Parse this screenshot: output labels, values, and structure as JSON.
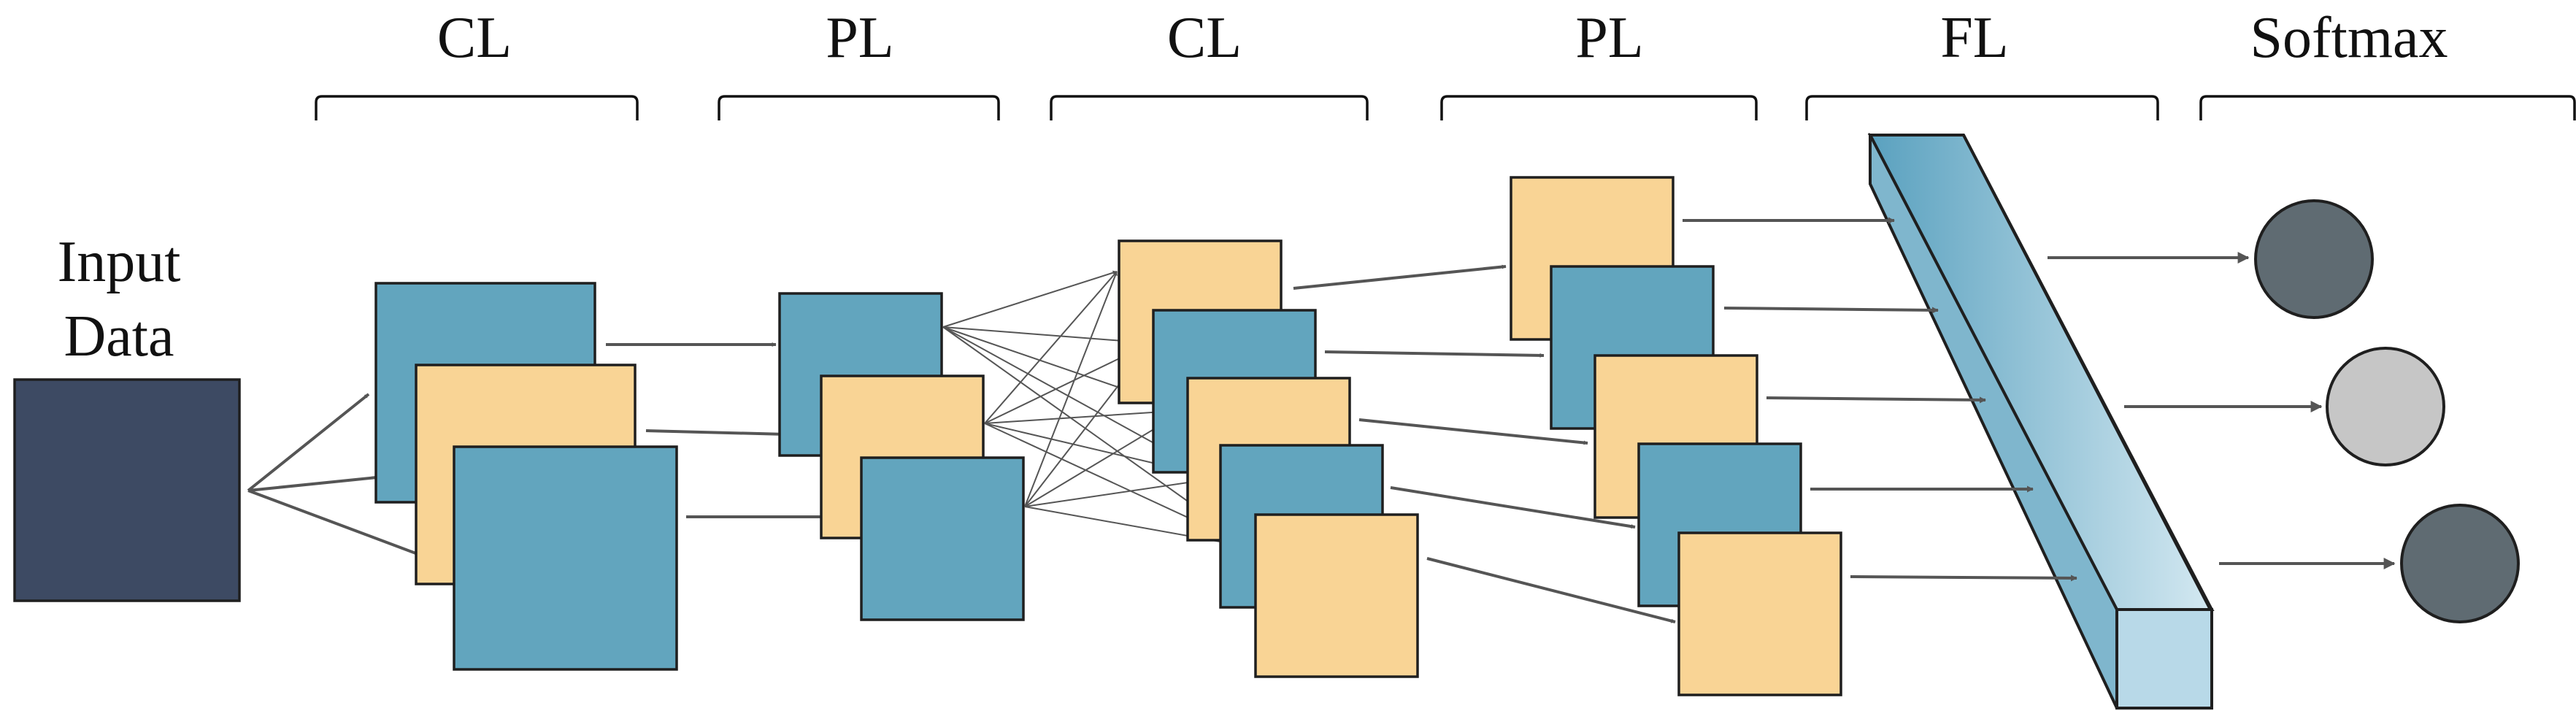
{
  "headers": {
    "cl1": "CL",
    "pl1": "PL",
    "cl2": "CL",
    "pl2": "PL",
    "fl": "FL",
    "softmax": "Softmax"
  },
  "input": {
    "line1": "Input",
    "line2": "Data"
  },
  "colors": {
    "input_block": "#3d4a63",
    "map_blue": "#62a5be",
    "map_orange": "#f9d495",
    "fc_front": "#5fa5c2",
    "fc_side": "#b8d9e8",
    "output_dark": "#5f6b72",
    "output_light": "#c6c6c6"
  },
  "outputs": [
    {
      "shade": "dark"
    },
    {
      "shade": "light"
    },
    {
      "shade": "dark"
    }
  ]
}
